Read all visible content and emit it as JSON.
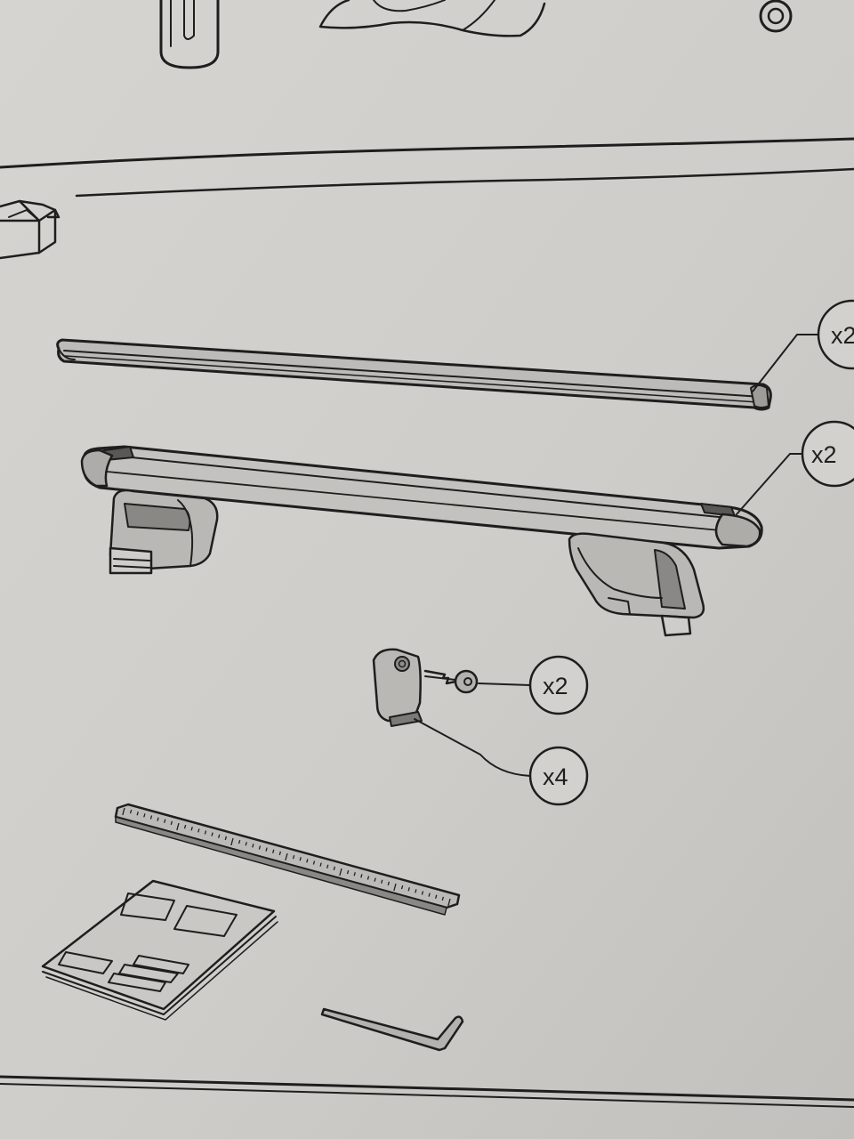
{
  "colors": {
    "paper": "#d2d0cc",
    "paper_shadow": "#c4c2be",
    "ink": "#1e1e1e",
    "part_shade": "#b9b7b3",
    "part_dark": "#555350"
  },
  "parts": [
    {
      "id": "rail-profile",
      "icon": "rail-profile-icon",
      "quantity": "x2"
    },
    {
      "id": "roof-bar-with-feet",
      "icon": "roof-bar-icon",
      "quantity": "x2"
    },
    {
      "id": "lock-key",
      "icon": "key-icon",
      "quantity": "x2"
    },
    {
      "id": "end-cap",
      "icon": "end-cap-icon",
      "quantity": "x4"
    },
    {
      "id": "measuring-ruler",
      "icon": "ruler-icon"
    },
    {
      "id": "instruction-manual",
      "icon": "manual-icon"
    },
    {
      "id": "allen-key",
      "icon": "allen-key-icon"
    }
  ]
}
